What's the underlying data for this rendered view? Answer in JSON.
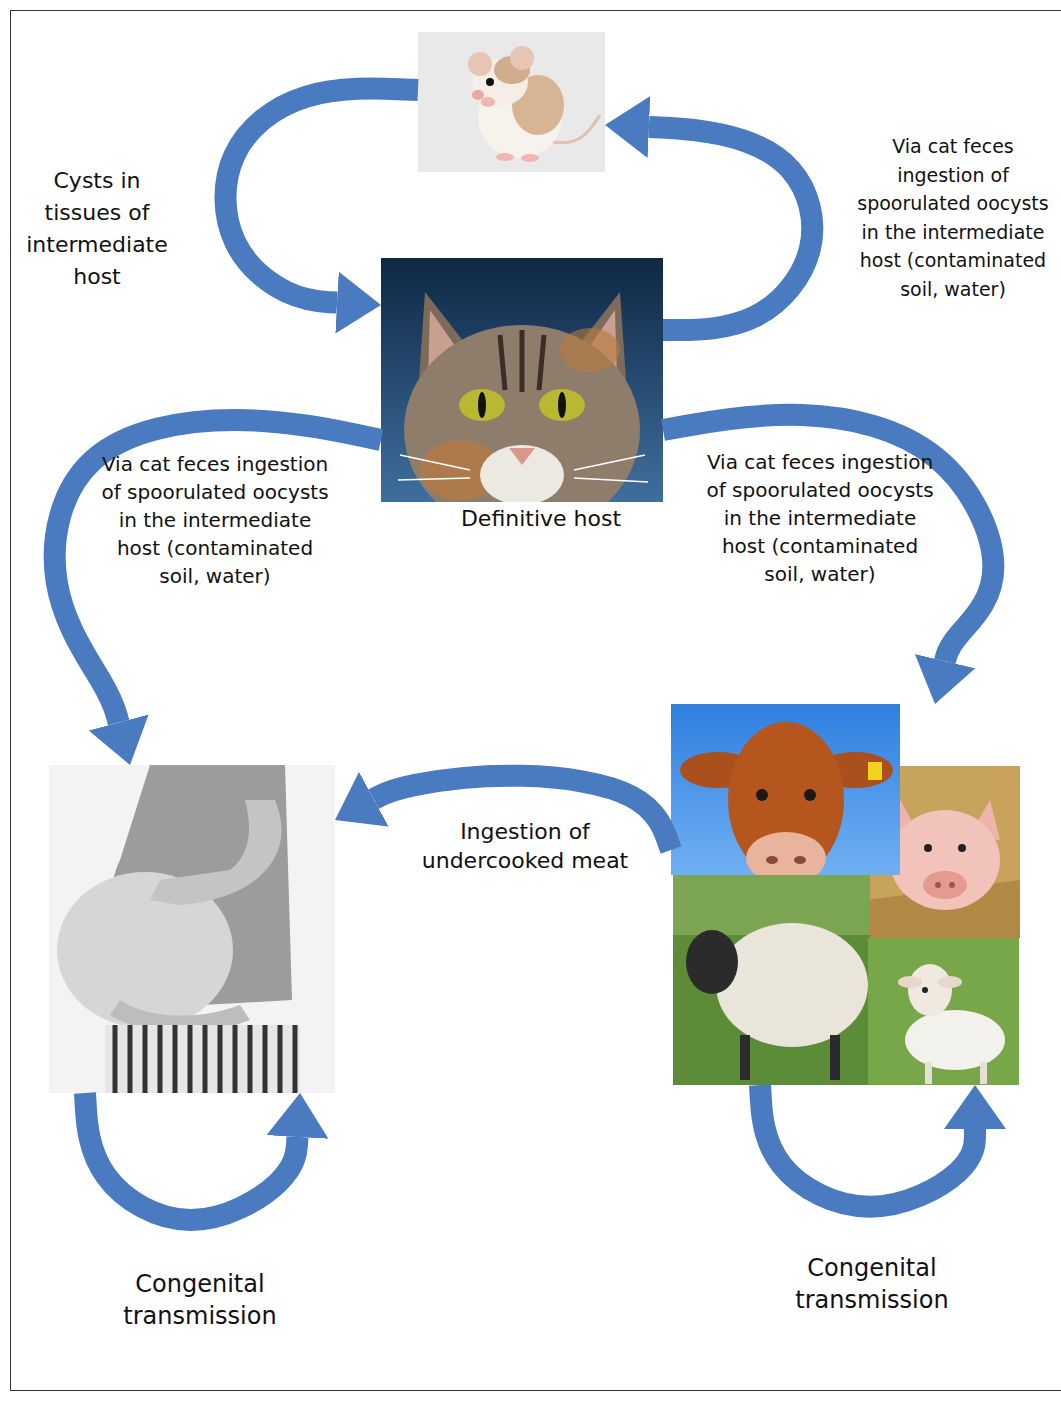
{
  "diagram": {
    "nodes": [
      {
        "text": []
      },
      {
        "text": [
          "Definitive host"
        ]
      },
      {
        "text": []
      },
      {
        "text": []
      }
    ],
    "edges": [
      {
        "from": 0,
        "to": 1,
        "arrow": "to",
        "label": "Cysts in tissues of intermediate host"
      },
      {
        "from": 1,
        "to": 0,
        "arrow": "to",
        "label": "Via cat feces ingestion of spoorulated oocysts in the intermediate host (contaminated soil, water)"
      },
      {
        "from": 1,
        "to": 2,
        "arrow": "to",
        "label": "Via cat feces ingestion of spoorulated oocysts in the intermediate host (contaminated soil, water)"
      },
      {
        "from": 1,
        "to": 3,
        "arrow": "to",
        "label": "Via cat feces ingestion of spoorulated oocysts in the intermediate host (contaminated soil, water)"
      },
      {
        "from": 3,
        "to": 2,
        "arrow": "to",
        "label": "Ingestion of undercooked meat"
      },
      {
        "from": 2,
        "to": 2,
        "arrow": "to",
        "label": "Congenital transmission"
      },
      {
        "from": 3,
        "to": 3,
        "arrow": "to",
        "label": "Congenital transmission"
      }
    ]
  }
}
